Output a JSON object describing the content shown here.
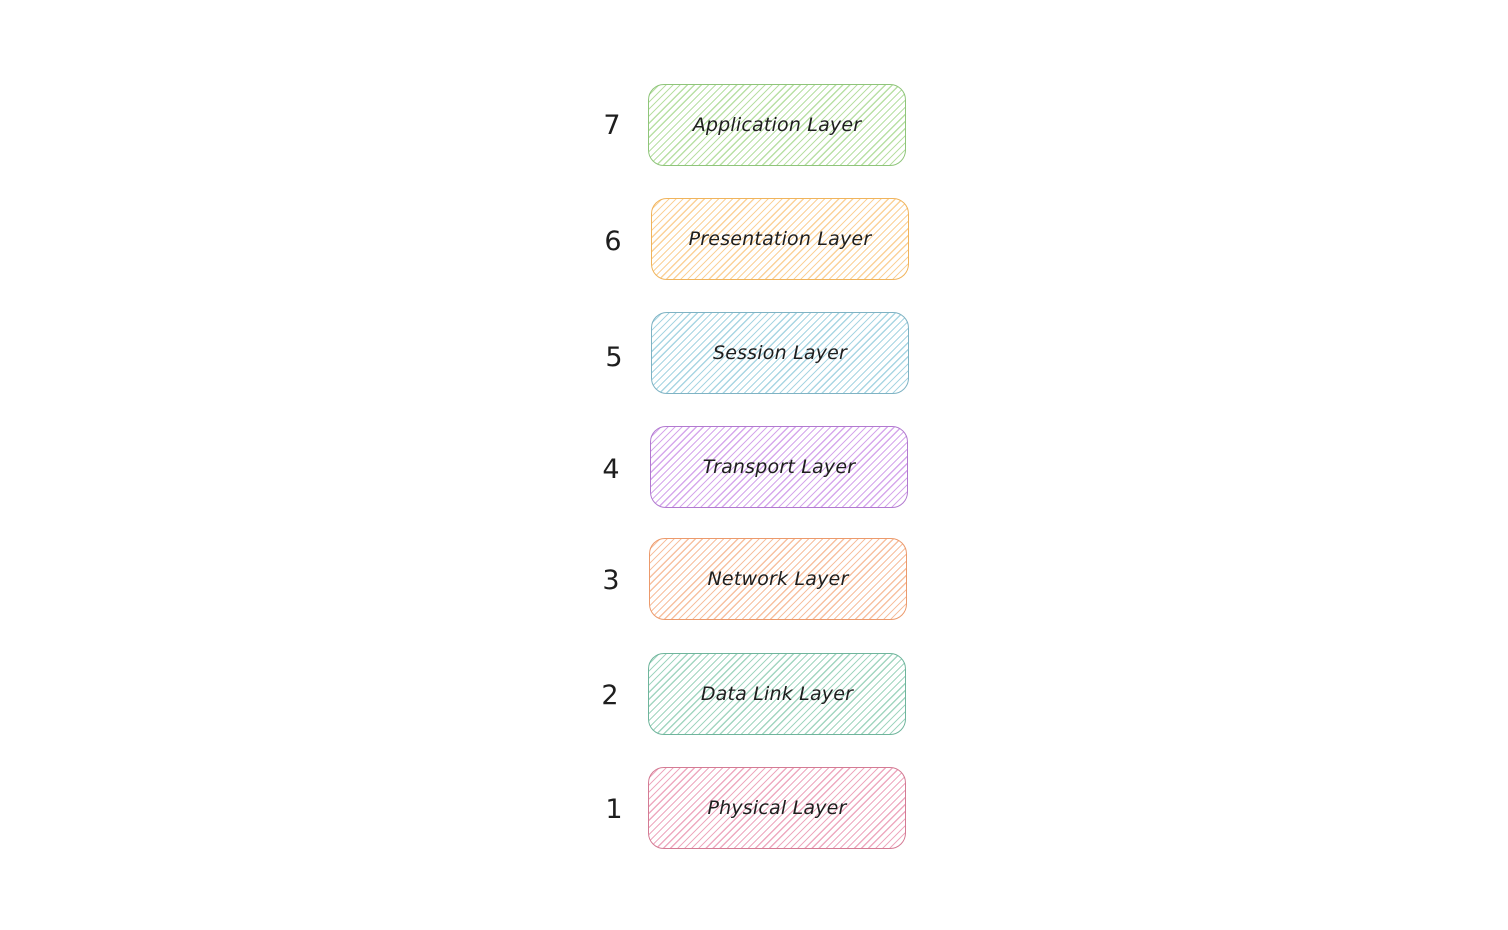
{
  "layers": [
    {
      "number": "7",
      "label": "Application Layer",
      "stroke": "#8fc57a",
      "hatch": "#b9e0a5"
    },
    {
      "number": "6",
      "label": "Presentation Layer",
      "stroke": "#f0b45c",
      "hatch": "#fbd29a"
    },
    {
      "number": "5",
      "label": "Session Layer",
      "stroke": "#7fb3c4",
      "hatch": "#a9d6e3"
    },
    {
      "number": "4",
      "label": "Transport Layer",
      "stroke": "#b27ad0",
      "hatch": "#d6a8ec"
    },
    {
      "number": "3",
      "label": "Network Layer",
      "stroke": "#ec9a6c",
      "hatch": "#f7c1a1"
    },
    {
      "number": "2",
      "label": "Data Link Layer",
      "stroke": "#6fb59c",
      "hatch": "#a3d6c1"
    },
    {
      "number": "1",
      "label": "Physical Layer",
      "stroke": "#d47b94",
      "hatch": "#eeaac0"
    }
  ]
}
